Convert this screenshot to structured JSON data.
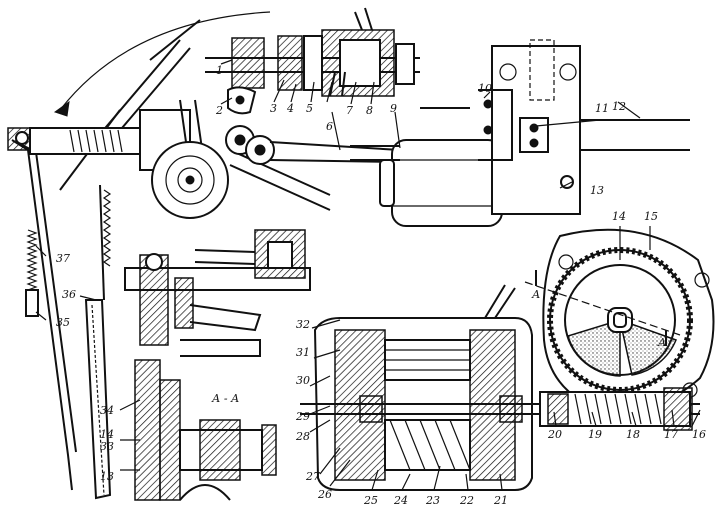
{
  "callouts": [
    {
      "id": "1",
      "label": "1"
    },
    {
      "id": "2",
      "label": "2"
    },
    {
      "id": "3",
      "label": "3"
    },
    {
      "id": "4",
      "label": "4"
    },
    {
      "id": "5",
      "label": "5"
    },
    {
      "id": "6",
      "label": "6"
    },
    {
      "id": "7",
      "label": "7"
    },
    {
      "id": "8",
      "label": "8"
    },
    {
      "id": "9",
      "label": "9"
    },
    {
      "id": "10",
      "label": "10"
    },
    {
      "id": "11",
      "label": "11"
    },
    {
      "id": "12",
      "label": "12"
    },
    {
      "id": "13",
      "label": "13"
    },
    {
      "id": "14",
      "label": "14"
    },
    {
      "id": "15",
      "label": "15"
    },
    {
      "id": "16",
      "label": "16"
    },
    {
      "id": "17",
      "label": "17"
    },
    {
      "id": "18",
      "label": "18"
    },
    {
      "id": "19",
      "label": "19"
    },
    {
      "id": "20",
      "label": "20"
    },
    {
      "id": "21",
      "label": "21"
    },
    {
      "id": "22",
      "label": "22"
    },
    {
      "id": "23",
      "label": "23"
    },
    {
      "id": "24",
      "label": "24"
    },
    {
      "id": "25",
      "label": "25"
    },
    {
      "id": "26",
      "label": "26"
    },
    {
      "id": "27",
      "label": "27"
    },
    {
      "id": "28",
      "label": "28"
    },
    {
      "id": "29",
      "label": "29"
    },
    {
      "id": "30",
      "label": "30"
    },
    {
      "id": "31",
      "label": "31"
    },
    {
      "id": "32",
      "label": "32"
    },
    {
      "id": "33",
      "label": "33"
    },
    {
      "id": "34",
      "label": "34"
    },
    {
      "id": "35",
      "label": "35"
    },
    {
      "id": "36",
      "label": "36"
    },
    {
      "id": "37",
      "label": "37"
    },
    {
      "id": "14b",
      "label": "14"
    },
    {
      "id": "13b",
      "label": "13"
    }
  ],
  "section": {
    "title": "А - А",
    "marker_left": "А",
    "marker_right": "А"
  }
}
